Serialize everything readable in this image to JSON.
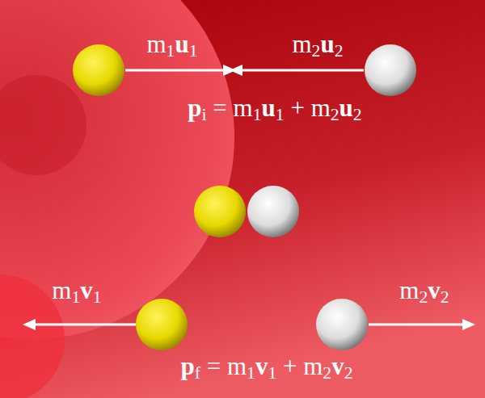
{
  "diagram": {
    "labels": [
      "m1u1",
      "m2u2",
      "pi = m1u1 + m2u2",
      "m1v1",
      "m2v2",
      "pf = m1v1 + m2v2"
    ]
  }
}
